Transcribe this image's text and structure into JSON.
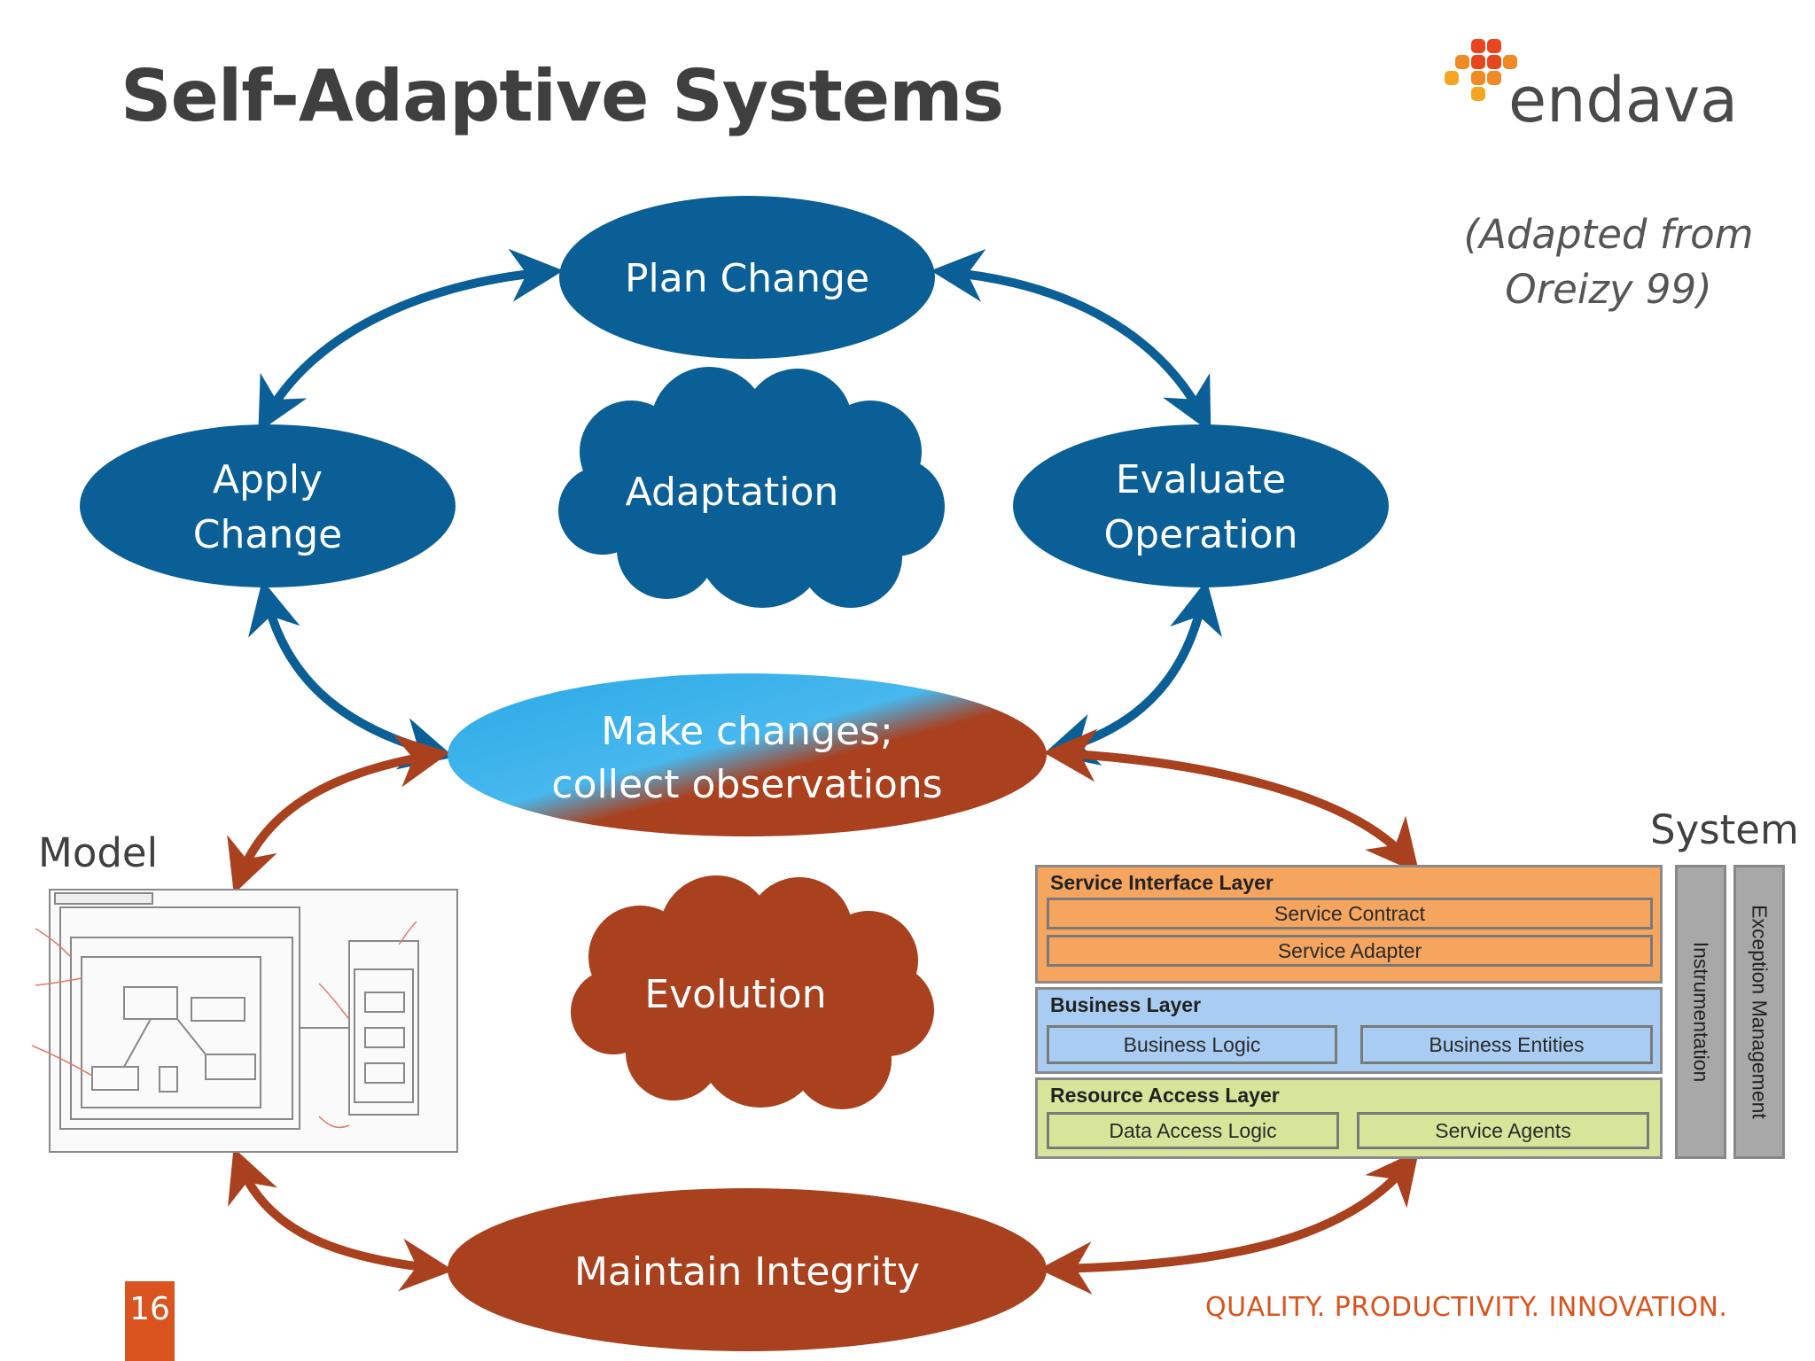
{
  "slide": {
    "title": "Self-Adaptive Systems",
    "logo_text": "endava",
    "citation_line1": "(Adapted from",
    "citation_line2": "Oreizy 99)",
    "page_number": "16",
    "tagline": "QUALITY. PRODUCTIVITY.  INNOVATION."
  },
  "diagram": {
    "plan_change": "Plan Change",
    "apply_change_line1": "Apply",
    "apply_change_line2": "Change",
    "evaluate_line1": "Evaluate",
    "evaluate_line2": "Operation",
    "adaptation": "Adaptation",
    "make_changes_line1": "Make changes;",
    "make_changes_line2": "collect observations",
    "evolution": "Evolution",
    "maintain_integrity": "Maintain Integrity",
    "model_label": "Model",
    "system_label": "System"
  },
  "system_architecture": {
    "service_interface_layer": "Service Interface Layer",
    "service_contract": "Service Contract",
    "service_adapter": "Service Adapter",
    "business_layer": "Business Layer",
    "business_logic": "Business Logic",
    "business_entities": "Business Entities",
    "resource_access_layer": "Resource Access Layer",
    "data_access_logic": "Data Access Logic",
    "service_agents": "Service Agents",
    "instrumentation": "Instrumentation",
    "exception_management": "Exception Management"
  },
  "colors": {
    "blue": "#0a5f97",
    "rust": "#a9401e",
    "orange_accent": "#d9541e",
    "service_layer": "#f6a55f",
    "business_layer": "#a9cdf2",
    "resource_layer": "#d7e59a"
  }
}
